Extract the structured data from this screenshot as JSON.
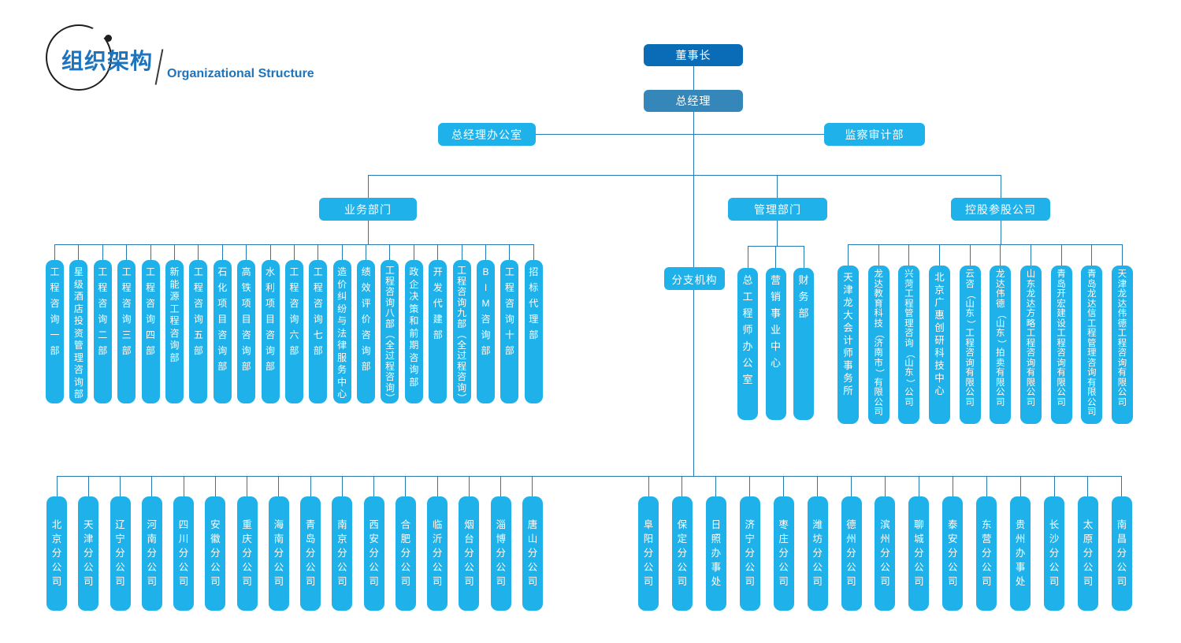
{
  "header": {
    "title_cn": "组织架构",
    "title_en": "Organizational Structure"
  },
  "colors": {
    "cyan": "#1fb1e9",
    "dark_blue": "#0a6cb6",
    "steel_blue": "#3587b9",
    "line": "#2779b5",
    "title_blue": "#1e73bd"
  },
  "org": {
    "chairman": "董事长",
    "general_manager": "总经理",
    "gm_office": "总经理办公室",
    "audit_dept": "监察审计部",
    "business_label": "业务部门",
    "management_label": "管理部门",
    "holdings_label": "控股参股公司",
    "branches_label": "分支机构",
    "business_depts": [
      "工程咨询一部",
      "星级酒店投资管理咨询部",
      "工程咨询二部",
      "工程咨询三部",
      "工程咨询四部",
      "新能源工程咨询部",
      "工程咨询五部",
      "石化项目咨询部",
      "高铁项目咨询部",
      "水利项目咨询部",
      "工程咨询六部",
      "工程咨询七部",
      "造价纠纷与法律服务中心",
      "绩效评价咨询部",
      "工程咨询八部（全过程咨询）",
      "政企决策和前期咨询部",
      "开发代建部",
      "工程咨询九部（全过程咨询）",
      "BIM咨询部",
      "工程咨询十部",
      "招标代理部"
    ],
    "management_depts": [
      "总工程师办公室",
      "营销事业中心",
      "财务部"
    ],
    "holding_companies": [
      "天津龙大会计师事务所",
      "龙达教育科技（济南市）有限公司",
      "兴菏工程管理咨询（山东）公司",
      "北京广惠创研科技中心",
      "云咨（山东）工程咨询有限公司",
      "龙达伟德（山东）拍卖有限公司",
      "山东龙达方略工程咨询有限公司",
      "青岛开宏建设工程咨询有限公司",
      "青岛龙达信工程管理咨询有限公司",
      "天津龙达伟德工程咨询有限公司"
    ],
    "branches_left": [
      "北京分公司",
      "天津分公司",
      "辽宁分公司",
      "河南分公司",
      "四川分公司",
      "安徽分公司",
      "重庆分公司",
      "海南分公司",
      "青岛分公司",
      "南京分公司",
      "西安分公司",
      "合肥分公司",
      "临沂分公司",
      "烟台分公司",
      "淄博分公司",
      "唐山分公司"
    ],
    "branches_right": [
      "阜阳分公司",
      "保定分公司",
      "日照办事处",
      "济宁分公司",
      "枣庄分公司",
      "潍坊分公司",
      "德州分公司",
      "滨州分公司",
      "聊城分公司",
      "泰安分公司",
      "东营分公司",
      "贵州办事处",
      "长沙分公司",
      "太原分公司",
      "南昌分公司"
    ]
  }
}
